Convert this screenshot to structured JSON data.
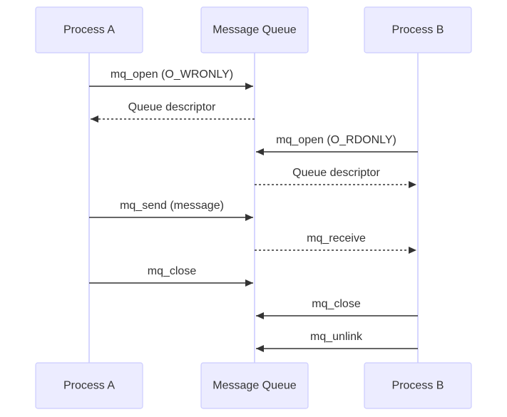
{
  "participants": [
    {
      "id": "A",
      "label": "Process A"
    },
    {
      "id": "Q",
      "label": "Message Queue"
    },
    {
      "id": "B",
      "label": "Process B"
    }
  ],
  "messages": [
    {
      "from": "A",
      "to": "Q",
      "label": "mq_open (O_WRONLY)",
      "style": "solid"
    },
    {
      "from": "Q",
      "to": "A",
      "label": "Queue descriptor",
      "style": "dotted"
    },
    {
      "from": "B",
      "to": "Q",
      "label": "mq_open (O_RDONLY)",
      "style": "solid"
    },
    {
      "from": "Q",
      "to": "B",
      "label": "Queue descriptor",
      "style": "dotted"
    },
    {
      "from": "A",
      "to": "Q",
      "label": "mq_send (message)",
      "style": "solid"
    },
    {
      "from": "Q",
      "to": "B",
      "label": "mq_receive",
      "style": "dotted"
    },
    {
      "from": "A",
      "to": "Q",
      "label": "mq_close",
      "style": "solid"
    },
    {
      "from": "B",
      "to": "Q",
      "label": "mq_close",
      "style": "solid"
    },
    {
      "from": "B",
      "to": "Q",
      "label": "mq_unlink",
      "style": "solid"
    }
  ],
  "colors": {
    "actor_fill": "#ececff",
    "actor_border": "#ccccff",
    "lifeline": "#ccccff",
    "line": "#333333",
    "text": "#333333"
  }
}
